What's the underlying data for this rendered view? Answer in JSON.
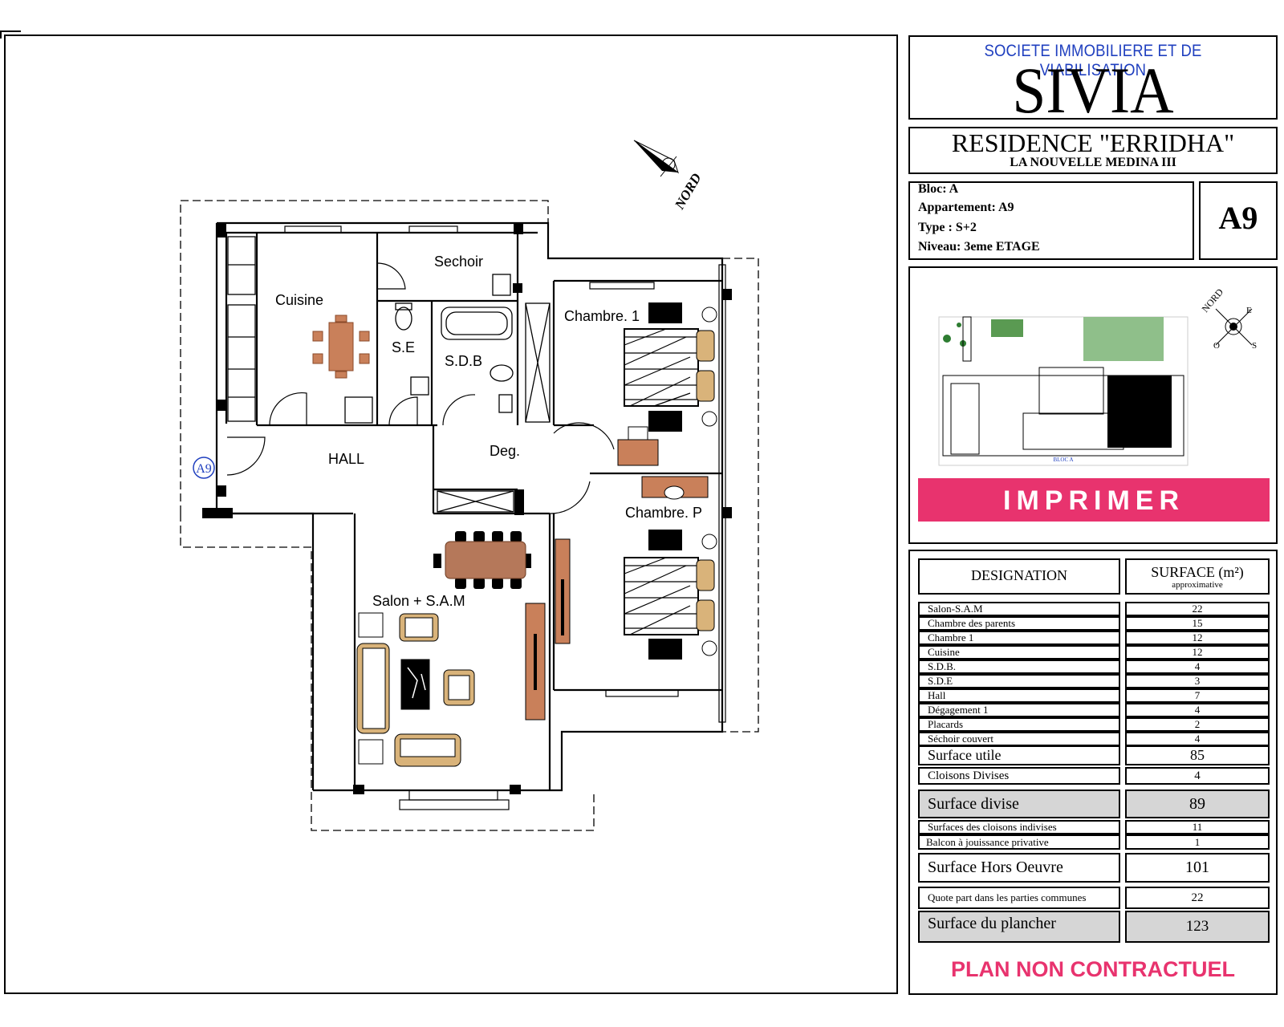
{
  "company": {
    "line": "SOCIETE IMMOBILIERE ET DE VIABILISATION",
    "name": "SIVIA"
  },
  "residence": {
    "name": "RESIDENCE \"ERRIDHA\"",
    "subtitle": "LA NOUVELLE MEDINA III"
  },
  "apartment": {
    "bloc": "Bloc: A",
    "appartement": "Appartement: A9",
    "type": "Type : S+2",
    "niveau": "Niveau: 3eme ETAGE",
    "code": "A9"
  },
  "plan": {
    "north_label": "NORD",
    "door_marker": "A9",
    "rooms": {
      "sechoir": "Sechoir",
      "cuisine": "Cuisine",
      "se": "S.E",
      "sdb": "S.D.B",
      "chambre1": "Chambre. 1",
      "hall": "HALL",
      "deg": "Deg.",
      "chambrep": "Chambre. P",
      "salon": "Salon + S.A.M"
    }
  },
  "location_map": {
    "north_label": "NORD",
    "bloc_label": "BLOC A",
    "compass": {
      "e": "E",
      "s": "S",
      "o": "O"
    }
  },
  "actions": {
    "print": "IMPRIMER"
  },
  "table": {
    "header_left": "DESIGNATION",
    "header_right": "SURFACE (m²)",
    "header_right_sub": "approximative",
    "rows": [
      {
        "label": "Salon-S.A.M",
        "value": "22"
      },
      {
        "label": "Chambre des parents",
        "value": "15"
      },
      {
        "label": "Chambre 1",
        "value": "12"
      },
      {
        "label": "Cuisine",
        "value": "12"
      },
      {
        "label": "S.D.B.",
        "value": "4"
      },
      {
        "label": "S.D.E",
        "value": "3"
      },
      {
        "label": "Hall",
        "value": "7"
      },
      {
        "label": "Dégagement 1",
        "value": "4"
      },
      {
        "label": "Placards",
        "value": "2"
      },
      {
        "label": "Séchoir couvert",
        "value": "4"
      }
    ],
    "surface_utile": {
      "label": "Surface utile",
      "value": "85"
    },
    "cloisons": {
      "label": "Cloisons Divises",
      "value": "4"
    },
    "surface_divise": {
      "label": "Surface divise",
      "value": "89"
    },
    "cloisons_indivises": {
      "label": "Surfaces des cloisons indivises",
      "value": "11"
    },
    "balcon": {
      "label": "Balcon à jouissance privative",
      "value": "1"
    },
    "hors_oeuvre": {
      "label": "Surface Hors Oeuvre",
      "value": "101"
    },
    "quote_part": {
      "label": "Quote part dans les parties communes",
      "value": "22"
    },
    "plancher": {
      "label": "Surface du plancher",
      "value": "123"
    }
  },
  "disclaimer": "PLAN NON CONTRACTUEL",
  "colors": {
    "accent": "#e8336e",
    "company_blue": "#1f3fbf",
    "furniture": "#c9805a"
  }
}
